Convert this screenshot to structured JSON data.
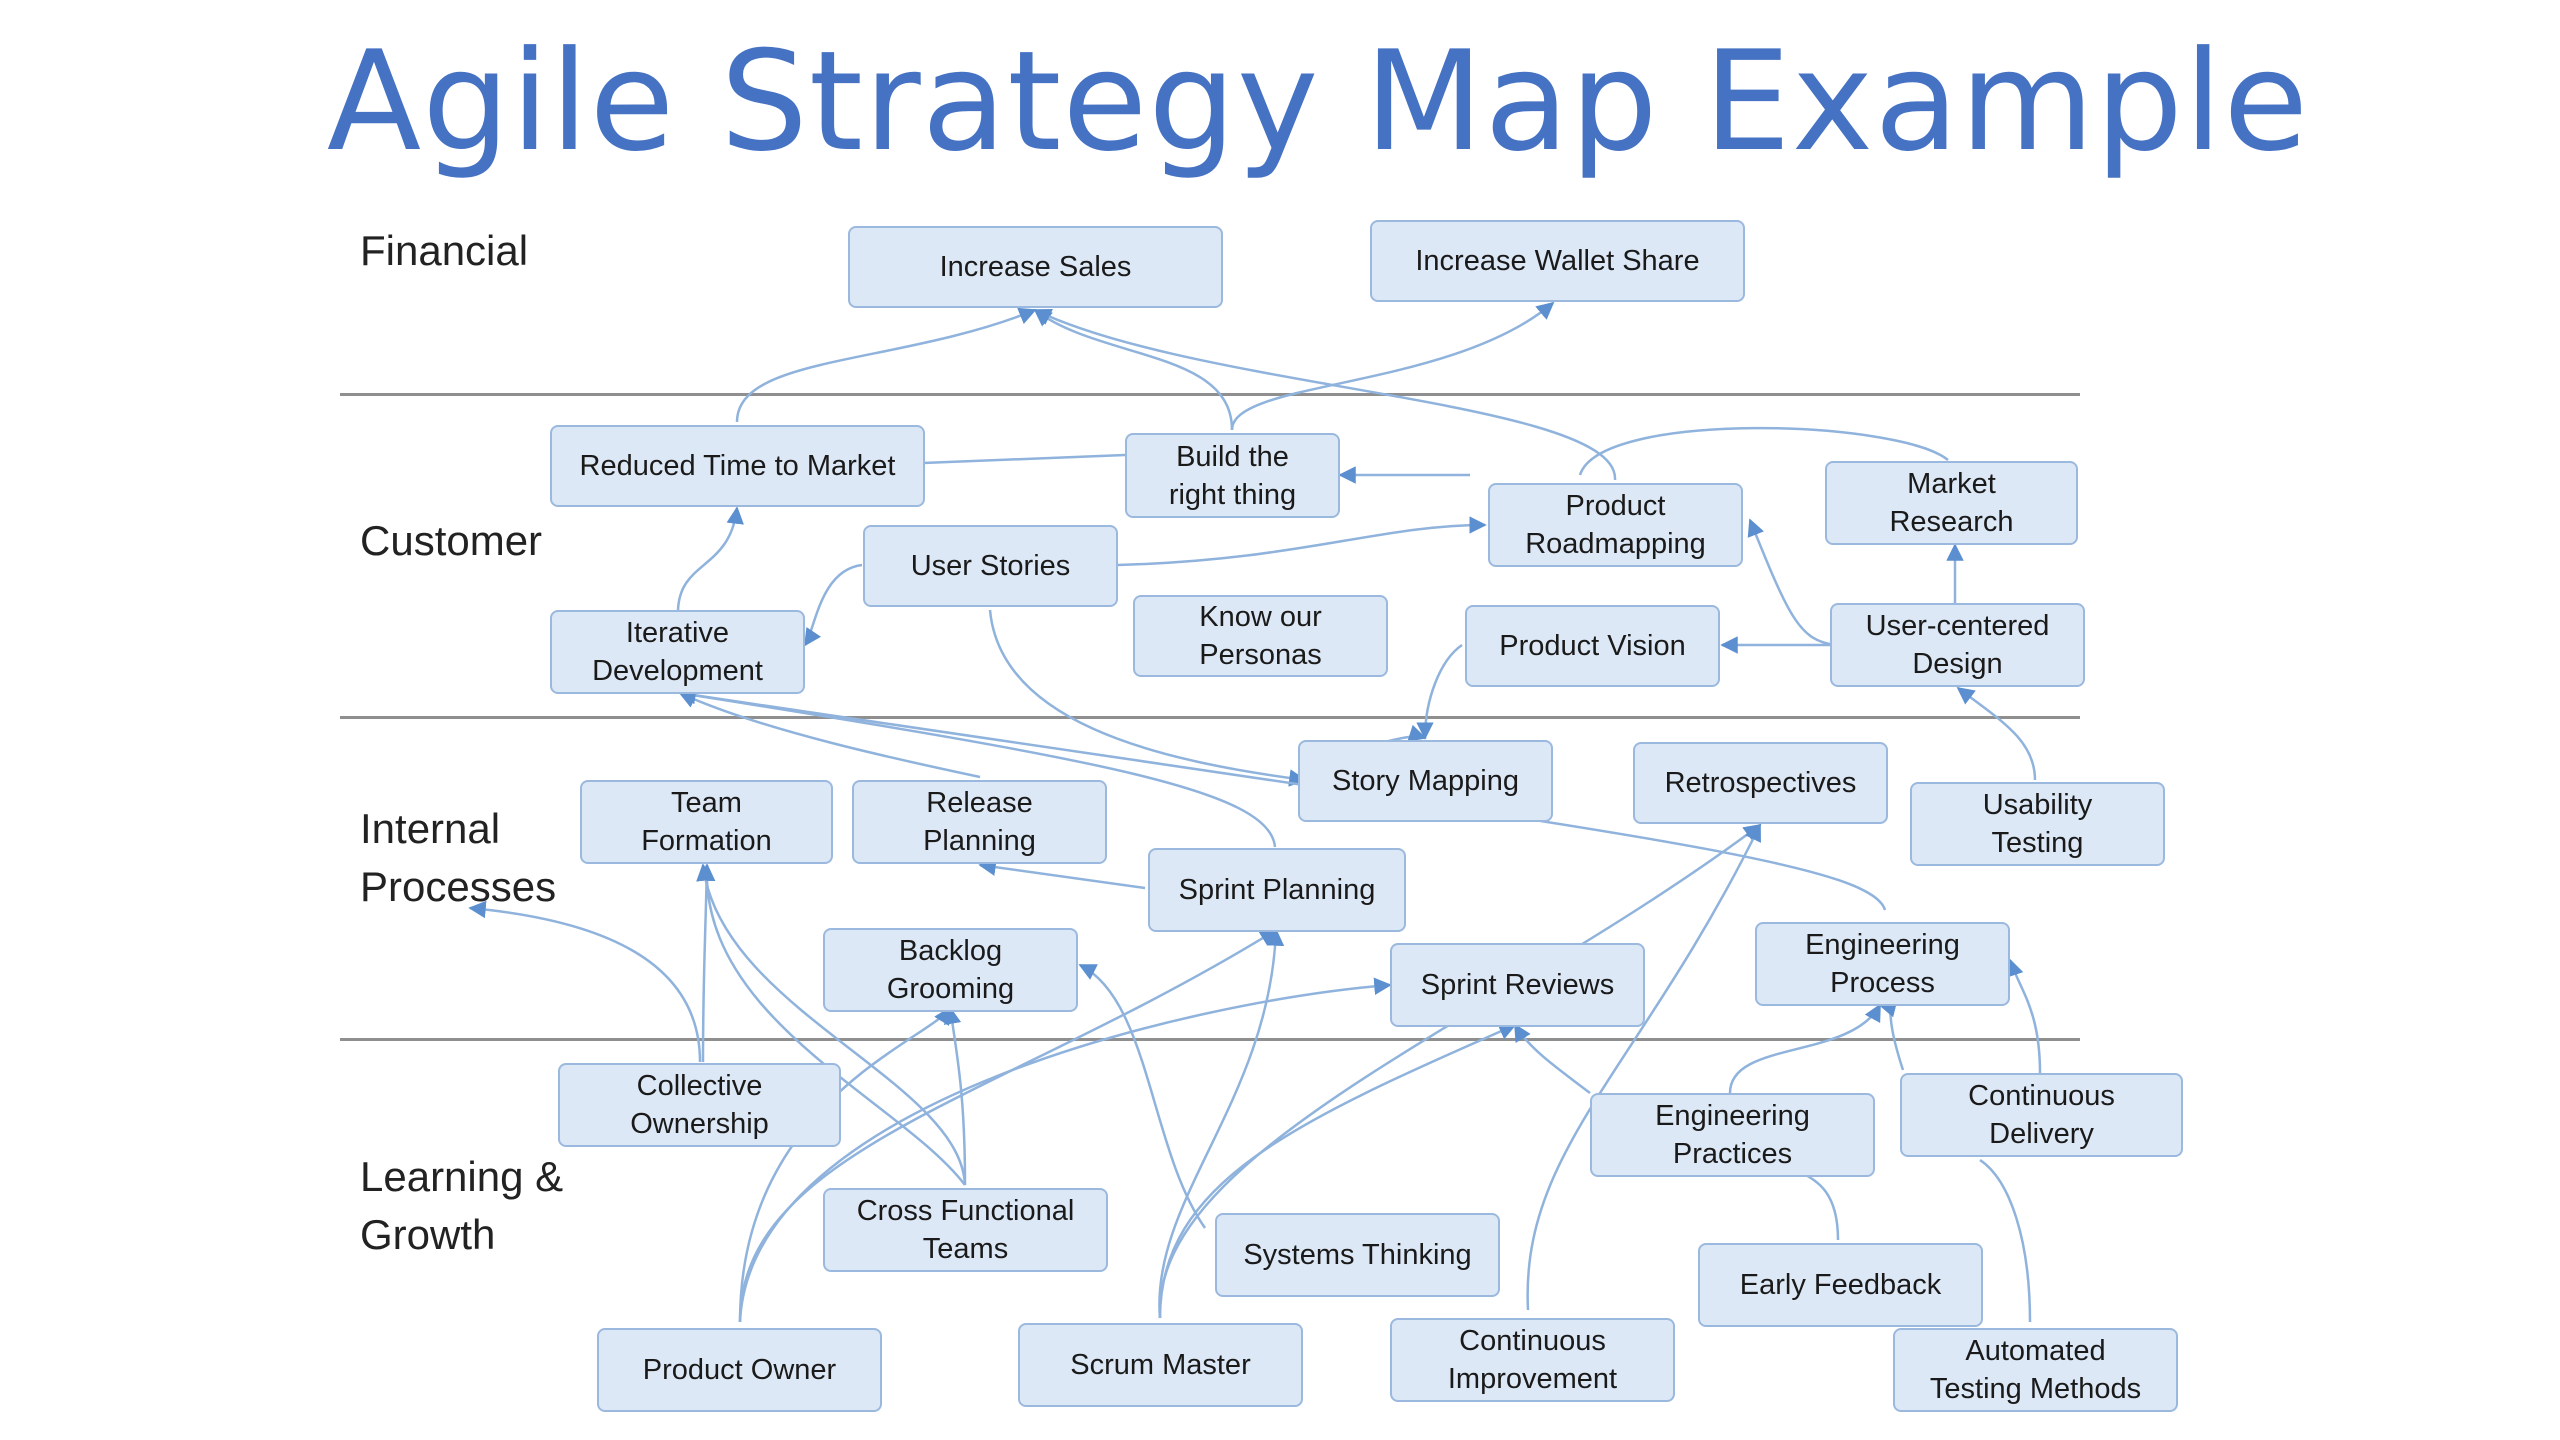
{
  "title": "Agile Strategy Map Example",
  "lanes": {
    "financial": "Financial",
    "customer": "Customer",
    "internal": "Internal\nProcesses",
    "learning": "Learning &\nGrowth"
  },
  "nodes": {
    "increase_sales": "Increase Sales",
    "increase_wallet_share": "Increase Wallet Share",
    "reduced_time_to_market": "Reduced Time to Market",
    "build_the_right_thing": "Build the\nright thing",
    "product_roadmapping": "Product\nRoadmapping",
    "market_research": "Market\nResearch",
    "user_stories": "User Stories",
    "iterative_development": "Iterative\nDevelopment",
    "know_our_personas": "Know our\nPersonas",
    "product_vision": "Product Vision",
    "user_centered_design": "User-centered\nDesign",
    "team_formation": "Team\nFormation",
    "release_planning": "Release\nPlanning",
    "story_mapping": "Story Mapping",
    "retrospectives": "Retrospectives",
    "usability_testing": "Usability\nTesting",
    "sprint_planning": "Sprint Planning",
    "backlog_grooming": "Backlog\nGrooming",
    "sprint_reviews": "Sprint Reviews",
    "engineering_process": "Engineering\nProcess",
    "collective_ownership": "Collective\nOwnership",
    "engineering_practices": "Engineering\nPractices",
    "continuous_delivery": "Continuous\nDelivery",
    "cross_functional_teams": "Cross Functional\nTeams",
    "systems_thinking": "Systems Thinking",
    "early_feedback": "Early Feedback",
    "product_owner": "Product Owner",
    "scrum_master": "Scrum Master",
    "continuous_improvement": "Continuous\nImprovement",
    "automated_testing_methods": "Automated\nTesting Methods"
  },
  "colors": {
    "title": "#4672c4",
    "node_fill": "#dde8f6",
    "node_border": "#9bb9de",
    "connector": "#8fb3dc",
    "divider": "#8f8f8f"
  }
}
